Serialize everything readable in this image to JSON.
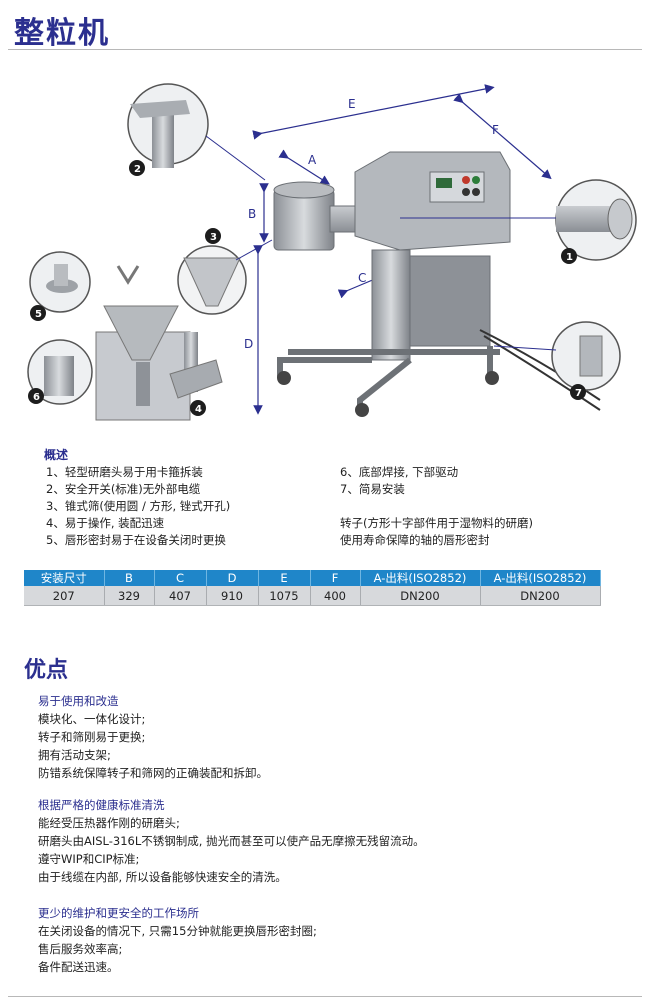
{
  "page": {
    "title": "整粒机"
  },
  "diagram": {
    "dims": [
      "A",
      "B",
      "C",
      "D",
      "E",
      "F"
    ],
    "callouts": [
      "1",
      "2",
      "3",
      "4",
      "5",
      "6",
      "7"
    ]
  },
  "overview": {
    "heading": "概述",
    "left": [
      "1、轻型研磨头易于用卡箍拆装",
      "2、安全开关(标准)无外部电缆",
      "3、锥式筛(使用圆 / 方形, 锉式开孔)",
      "4、易于操作, 装配迅速",
      "5、唇形密封易于在设备关闭时更换"
    ],
    "right": [
      "6、底部焊接, 下部驱动",
      "7、简易安装",
      "",
      "转子(方形十字部件用于湿物料的研磨)",
      "使用寿命保障的轴的唇形密封"
    ]
  },
  "spec_table": {
    "headers": [
      "安装尺寸",
      "B",
      "C",
      "D",
      "E",
      "F",
      "A-出料(ISO2852)",
      "A-出料(ISO2852)"
    ],
    "row": [
      "207",
      "329",
      "407",
      "910",
      "1075",
      "400",
      "DN200",
      "DN200"
    ]
  },
  "advantages": {
    "heading": "优点",
    "groups": [
      {
        "title": "易于使用和改造",
        "lines": [
          "模块化、一体化设计;",
          "转子和筛刚易于更换;",
          "拥有活动支架;",
          "防错系统保障转子和筛网的正确装配和拆卸。"
        ]
      },
      {
        "title": "根据严格的健康标准清洗",
        "lines": [
          "能经受压热器作刚的研磨头;",
          "研磨头由AISL-316L不锈钢制成, 抛光而甚至可以使产品无摩擦无残留流动。",
          "遵守WIP和CIP标准;",
          "由于线缆在内部, 所以设备能够快速安全的清洗。"
        ]
      },
      {
        "title": "更少的维护和更安全的工作场所",
        "lines": [
          "在关闭设备的情况下, 只需15分钟就能更换唇形密封圈;",
          "售后服务效率高;",
          "备件配送迅速。"
        ]
      }
    ]
  },
  "colors": {
    "accent": "#2b2f8f",
    "table_header": "#1f86c9",
    "table_cell": "#d7d9dc"
  }
}
